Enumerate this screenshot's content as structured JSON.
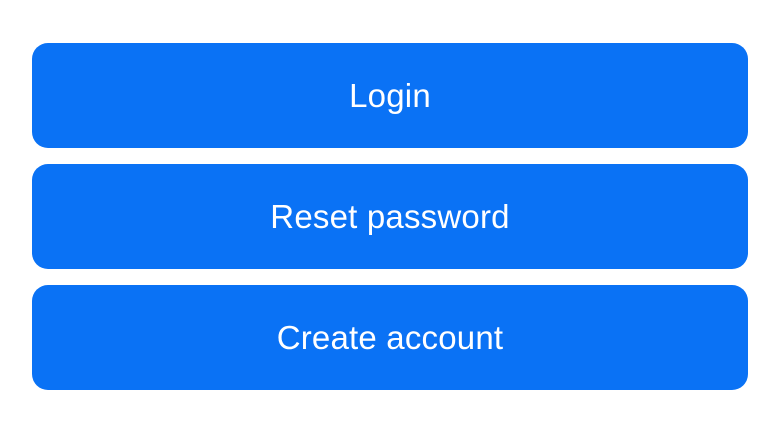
{
  "buttons": {
    "login_label": "Login",
    "reset_password_label": "Reset password",
    "create_account_label": "Create account"
  },
  "colors": {
    "button_background": "#0a72f5",
    "button_text": "#ffffff",
    "page_background": "#ffffff"
  }
}
